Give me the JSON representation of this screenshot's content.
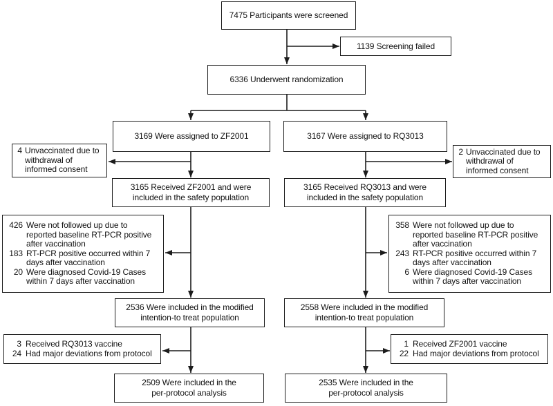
{
  "flow": {
    "screened": {
      "text": "7475 Participants were screened"
    },
    "screening_failed": {
      "text": "1139 Screening failed"
    },
    "randomized": {
      "text": "6336 Underwent randomization"
    },
    "assigned_zf2001": {
      "text": "3169 Were assigned to ZF2001"
    },
    "assigned_rq3013": {
      "text": "3167 Were assigned to RQ3013"
    },
    "unvaccinated_zf2001": {
      "num": "4",
      "lines": [
        "Unvaccinated due to",
        "withdrawal of",
        "informed consent"
      ]
    },
    "unvaccinated_rq3013": {
      "num": "2",
      "lines": [
        "Unvaccinated due to",
        "withdrawal of",
        "informed consent"
      ]
    },
    "safety_zf2001": {
      "lines": [
        "3165 Received ZF2001 and were",
        "included in the safety population"
      ]
    },
    "safety_rq3013": {
      "lines": [
        "3165 Received RQ3013 and were",
        "included in the safety population"
      ]
    },
    "excluded_zf2001": {
      "items": [
        {
          "num": "426",
          "lines": [
            "Were not followed up due to",
            "reported baseline RT-PCR positive",
            "after vaccination"
          ]
        },
        {
          "num": "183",
          "lines": [
            "RT-PCR positive occurred within 7",
            "days after vaccination"
          ]
        },
        {
          "num": "20",
          "lines": [
            "Were diagnosed Covid-19 Cases",
            "within 7 days after vaccination"
          ]
        }
      ]
    },
    "excluded_rq3013": {
      "items": [
        {
          "num": "358",
          "lines": [
            "Were not followed up due to",
            "reported baseline RT-PCR positive",
            "after vaccination"
          ]
        },
        {
          "num": "243",
          "lines": [
            "RT-PCR positive occurred within 7",
            "days after vaccination"
          ]
        },
        {
          "num": "6",
          "lines": [
            "Were diagnosed Covid-19 Cases",
            "within 7 days after vaccination"
          ]
        }
      ]
    },
    "mitt_zf2001": {
      "lines": [
        "2536 Were included in the modified",
        "intention-to treat population"
      ]
    },
    "mitt_rq3013": {
      "lines": [
        "2558 Were included in the modified",
        "intention-to treat population"
      ]
    },
    "deviations_zf2001": {
      "items": [
        {
          "num": "3",
          "text": "Received RQ3013 vaccine"
        },
        {
          "num": "24",
          "text": "Had major deviations from protocol"
        }
      ]
    },
    "deviations_rq3013": {
      "items": [
        {
          "num": "1",
          "text": "Received ZF2001 vaccine"
        },
        {
          "num": "22",
          "text": "Had major deviations from protocol"
        }
      ]
    },
    "per_protocol_zf2001": {
      "lines": [
        "2509 Were included in the",
        "per-protocol analysis"
      ]
    },
    "per_protocol_rq3013": {
      "lines": [
        "2535 Were included in the",
        "per-protocol analysis"
      ]
    },
    "colors": {
      "line": "#1c1c1c",
      "box_border": "#1c1c1c",
      "text": "#121212",
      "background": "#ffffff"
    }
  }
}
